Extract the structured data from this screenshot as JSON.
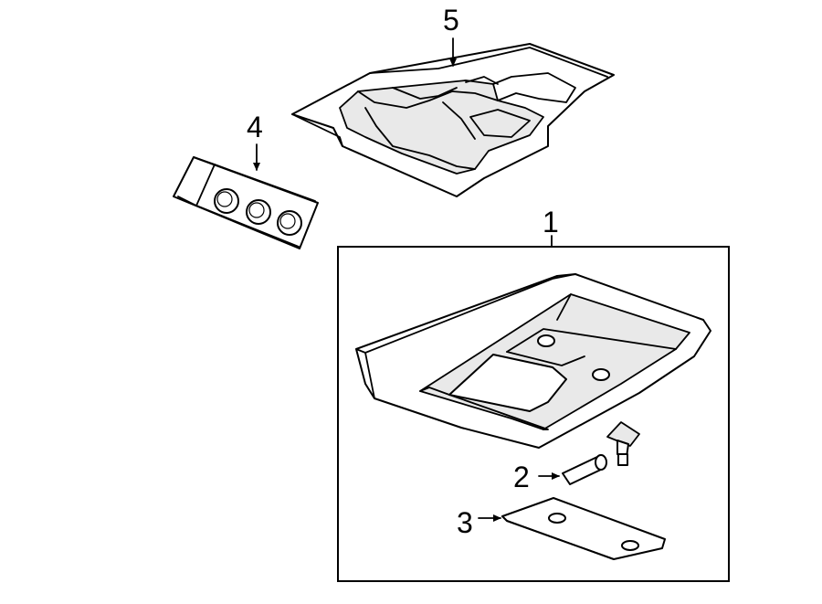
{
  "diagram": {
    "callouts": {
      "part1": "1",
      "part2": "2",
      "part3": "3",
      "part4": "4",
      "part5": "5"
    }
  }
}
